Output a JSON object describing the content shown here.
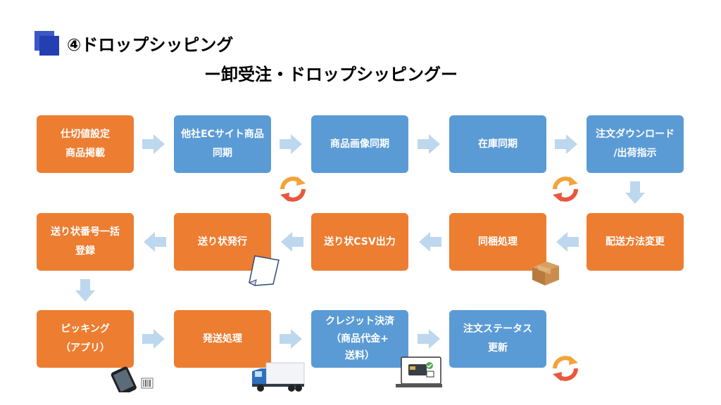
{
  "header": {
    "title": "④ドロップシッピング",
    "subtitle": "ー卸受注・ドロップシッピングー"
  },
  "steps": [
    {
      "lines": [
        "仕切値設定",
        "商品掲載"
      ],
      "color": "orange"
    },
    {
      "lines": [
        "他社ECサイト商品",
        "同期"
      ],
      "color": "blue"
    },
    {
      "lines": [
        "商品画像同期"
      ],
      "color": "blue"
    },
    {
      "lines": [
        "在庫同期"
      ],
      "color": "blue"
    },
    {
      "lines": [
        "注文ダウンロード",
        "/出荷指示"
      ],
      "color": "blue"
    },
    {
      "lines": [
        "配送方法変更"
      ],
      "color": "orange"
    },
    {
      "lines": [
        "同梱処理"
      ],
      "color": "orange"
    },
    {
      "lines": [
        "送り状CSV出力"
      ],
      "color": "orange"
    },
    {
      "lines": [
        "送り状発行"
      ],
      "color": "orange"
    },
    {
      "lines": [
        "送り状番号一括",
        "登録"
      ],
      "color": "orange"
    },
    {
      "lines": [
        "ピッキング",
        "（アプリ）"
      ],
      "color": "orange"
    },
    {
      "lines": [
        "発送処理"
      ],
      "color": "orange"
    },
    {
      "lines": [
        "クレジット決済",
        "（商品代金+",
        "送料）"
      ],
      "color": "blue"
    },
    {
      "lines": [
        "注文ステータス",
        "更新"
      ],
      "color": "blue"
    }
  ],
  "colors": {
    "orange": "#ed7d31",
    "blue": "#5b9bd5",
    "arrow": "#bdd7ee",
    "title_square": "#243fb2"
  },
  "icons": [
    "sync-icon",
    "document-icon",
    "package-box-icon",
    "smartphone-barcode-scanner-icon",
    "delivery-truck-icon",
    "credit-card-payment-icon"
  ]
}
